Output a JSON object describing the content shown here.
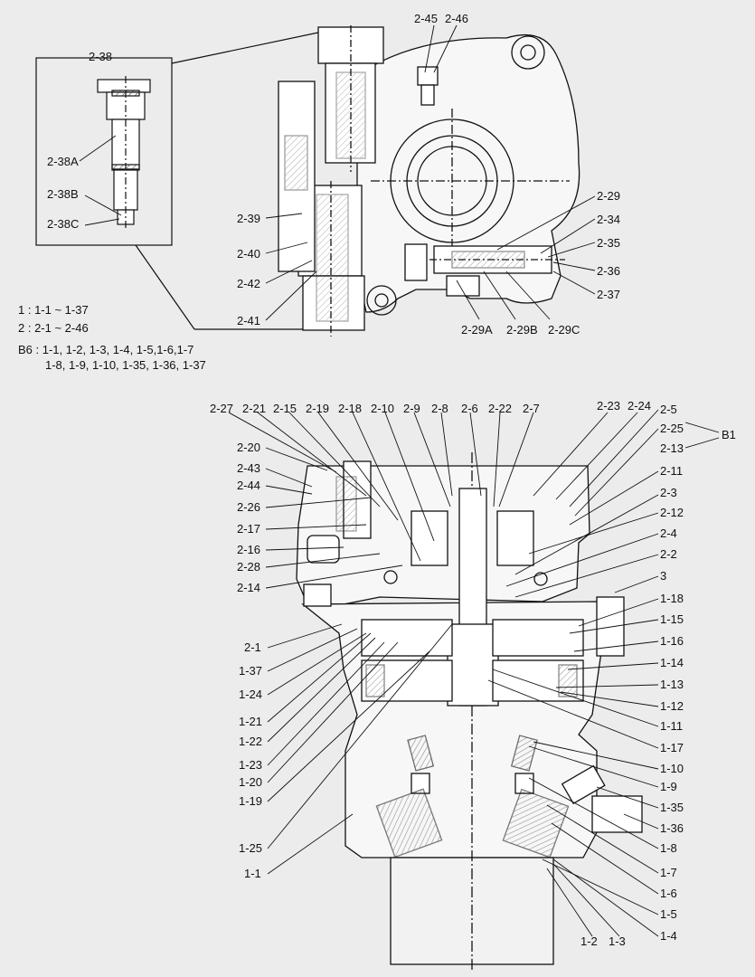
{
  "notes": {
    "line1": "1 : 1-1  ~  1-37",
    "line2": "2 : 2-1  ~  2-46",
    "line3": "B6 : 1-1, 1-2, 1-3, 1-4, 1-5,1-6,1-7",
    "line4": "1-8, 1-9, 1-10, 1-35, 1-36, 1-37"
  },
  "callouts": [
    "2-38",
    "2-38A",
    "2-38B",
    "2-38C",
    "2-45",
    "2-46",
    "2-39",
    "2-40",
    "2-42",
    "2-41",
    "2-29",
    "2-34",
    "2-35",
    "2-36",
    "2-37",
    "2-29A",
    "2-29B",
    "2-29C",
    "2-27",
    "2-21",
    "2-15",
    "2-19",
    "2-18",
    "2-10",
    "2-9",
    "2-8",
    "2-6",
    "2-22",
    "2-7",
    "2-23",
    "2-24",
    "2-5",
    "2-25",
    "B1",
    "2-13",
    "2-11",
    "2-3",
    "2-12",
    "2-4",
    "2-2",
    "3",
    "2-20",
    "2-43",
    "2-44",
    "2-26",
    "2-17",
    "2-16",
    "2-28",
    "2-14",
    "2-1",
    "1-37",
    "1-24",
    "1-21",
    "1-22",
    "1-23",
    "1-20",
    "1-19",
    "1-25",
    "1-1",
    "1-18",
    "1-15",
    "1-16",
    "1-14",
    "1-13",
    "1-12",
    "1-11",
    "1-17",
    "1-10",
    "1-9",
    "1-35",
    "1-36",
    "1-8",
    "1-7",
    "1-6",
    "1-5",
    "1-4",
    "1-2",
    "1-3"
  ],
  "colors": {
    "line": "#111111",
    "background": "#ececec",
    "hatch": "#555555"
  }
}
